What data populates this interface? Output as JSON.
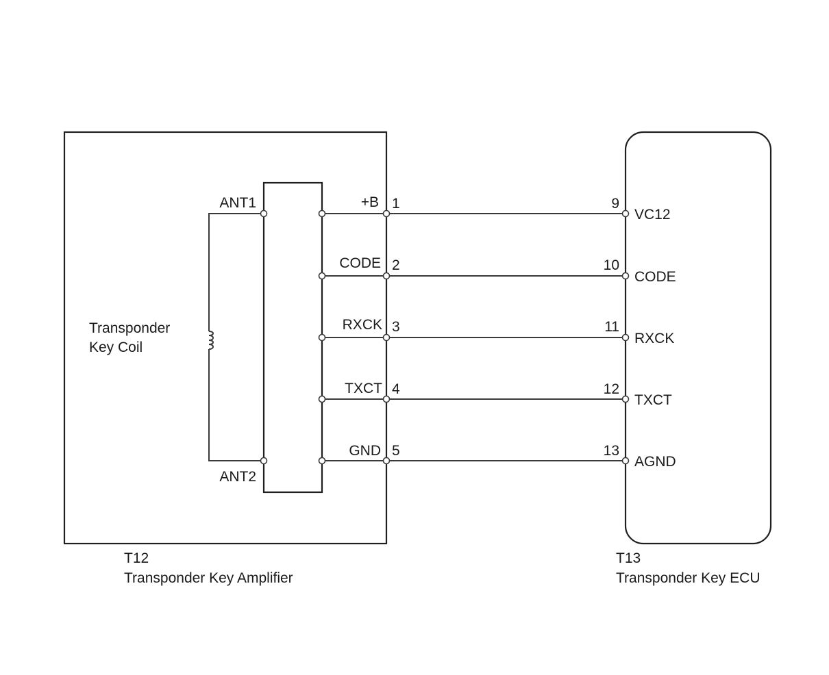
{
  "amplifier": {
    "id": "T12",
    "name": "Transponder Key Amplifier",
    "coil_label_line1": "Transponder",
    "coil_label_line2": "Key Coil",
    "ant1": "ANT1",
    "ant2": "ANT2"
  },
  "ecu": {
    "id": "T13",
    "name": "Transponder Key ECU"
  },
  "connections": [
    {
      "amp_signal": "+B",
      "amp_pin": "1",
      "ecu_pin": "9",
      "ecu_signal": "VC12"
    },
    {
      "amp_signal": "CODE",
      "amp_pin": "2",
      "ecu_pin": "10",
      "ecu_signal": "CODE"
    },
    {
      "amp_signal": "RXCK",
      "amp_pin": "3",
      "ecu_pin": "11",
      "ecu_signal": "RXCK"
    },
    {
      "amp_signal": "TXCT",
      "amp_pin": "4",
      "ecu_pin": "12",
      "ecu_signal": "TXCT"
    },
    {
      "amp_signal": "GND",
      "amp_pin": "5",
      "ecu_pin": "13",
      "ecu_signal": "AGND"
    }
  ]
}
